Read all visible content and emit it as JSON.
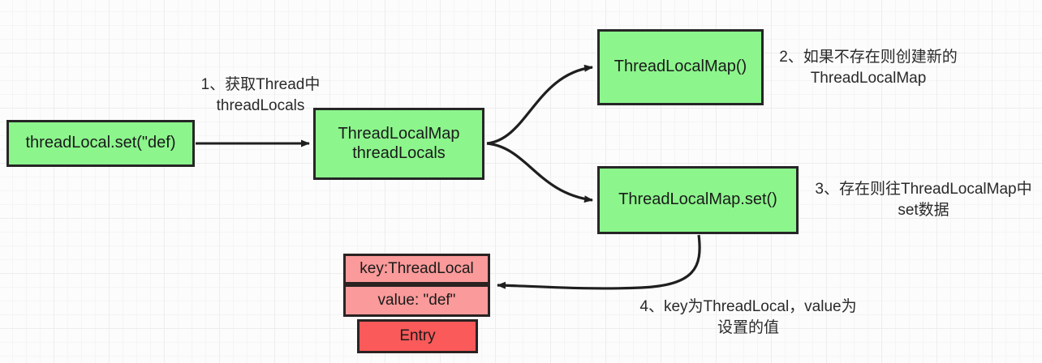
{
  "diagram": {
    "title": "ThreadLocal set flow",
    "background": {
      "color": "#fcfcfc",
      "grid_color": "#ededed"
    },
    "palette": {
      "node_green_fill": "#8cf58c",
      "node_pink_fill": "#fa9a9a",
      "node_red_fill": "#fb5a5a",
      "node_border": "#262626",
      "edge_color": "#1f1f1f",
      "text_color": "#1a1a1a"
    },
    "nodes": {
      "set_call": "threadLocal.set(\"def)",
      "threadlocals": "ThreadLocalMap\nthreadLocals",
      "map_ctor": "ThreadLocalMap()",
      "map_set": "ThreadLocalMap.set()",
      "entry_key": "key:ThreadLocal",
      "entry_value": "value: \"def\"",
      "entry_label": "Entry"
    },
    "notes": {
      "note_1": "1、获取Thread中\nthreadLocals",
      "note_2": "2、如果不存在则创建新的\nThreadLocalMap",
      "note_3": "3、存在则往ThreadLocalMap中\nset数据",
      "note_4": "4、key为ThreadLocal，value为\n设置的值"
    }
  }
}
